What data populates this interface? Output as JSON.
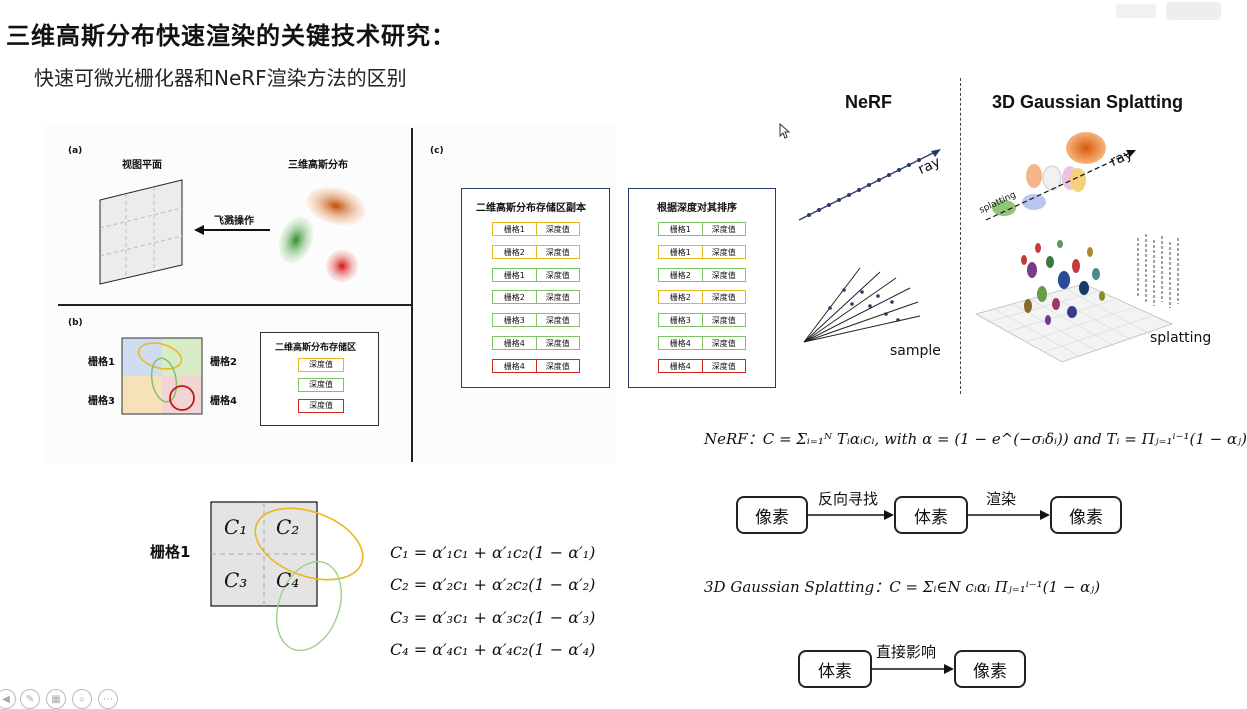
{
  "slide": {
    "title": "三维高斯分布快速渲染的关键技术研究：",
    "subtitle": "快速可微光栅化器和NeRF渲染方法的区别"
  },
  "figure_left": {
    "panel_a": {
      "tag": "(a)",
      "view_plane": "视图平面",
      "gaussian": "三维高斯分布",
      "splat_op": "飞溅操作"
    },
    "panel_b": {
      "tag": "(b)",
      "grid1": "栅格1",
      "grid2": "栅格2",
      "grid3": "栅格3",
      "grid4": "栅格4",
      "store_title": "二维高斯分布存储区",
      "depth": "深度值"
    },
    "panel_c": {
      "tag": "(c)",
      "copy_title": "二维高斯分布存储区副本",
      "sort_title": "根据深度对其排序",
      "depth": "深度值",
      "copy_rows": [
        "栅格1",
        "栅格2",
        "栅格1",
        "栅格2",
        "栅格3",
        "栅格4",
        "栅格4"
      ],
      "sort_rows": [
        "栅格1",
        "栅格1",
        "栅格2",
        "栅格2",
        "栅格3",
        "栅格4",
        "栅格4"
      ]
    }
  },
  "grid_detail": {
    "label": "栅格1",
    "cells": [
      "C₁",
      "C₂",
      "C₃",
      "C₄"
    ],
    "equations": [
      "C₁ = α′₁c₁ + α′₁c₂(1 − α′₁)",
      "C₂ = α′₂c₁ + α′₂c₂(1 − α′₂)",
      "C₃ = α′₃c₁ + α′₃c₂(1 − α′₃)",
      "C₄ = α′₄c₁ + α′₄c₂(1 − α′₄)"
    ]
  },
  "right": {
    "nerf_title": "NeRF",
    "gs_title": "3D Gaussian Splatting",
    "ray_label": "ray",
    "sample_label": "sample",
    "ray_label2": "ray",
    "splatting_label": "splatting",
    "splatting_label2": "splatting",
    "nerf_formula": "NeRF：C = Σᵢ₌₁ᴺ Tᵢαᵢcᵢ, with α = (1 − e^(−σᵢδᵢ)) and Tᵢ = Πⱼ₌₁ⁱ⁻¹(1 − αⱼ)",
    "nerf_flow": {
      "pixel": "像素",
      "reverse": "反向寻找",
      "voxel": "体素",
      "render": "渲染",
      "pixel2": "像素"
    },
    "gs_formula": "3D Gaussian Splatting：C = Σᵢ∈N cᵢαᵢ Πⱼ₌₁ⁱ⁻¹(1 − αⱼ)",
    "gs_flow": {
      "voxel": "体素",
      "direct": "直接影响",
      "pixel": "像素"
    }
  },
  "colors": {
    "yellow": "#e8b820",
    "green": "#7ec36a",
    "red": "#d42424",
    "orange": "#e06a18",
    "navy": "#2a3a6a"
  }
}
